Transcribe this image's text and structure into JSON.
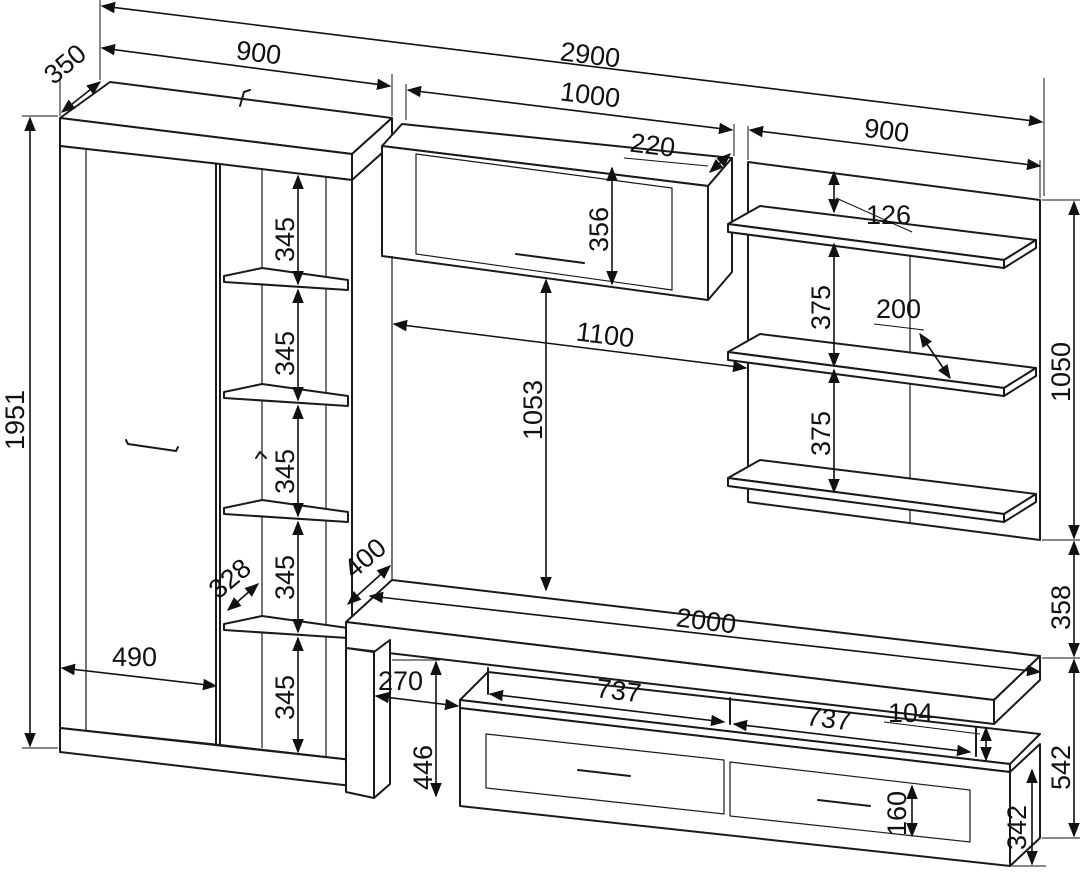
{
  "diagram": {
    "dimensions": {
      "cabinet_depth": "350",
      "cabinet_width": "900",
      "total_width": "2900",
      "wall_unit_width": "1000",
      "wall_unit_depth": "220",
      "wall_unit_height": "356",
      "shelf_unit_width": "900",
      "shelf_gap_top": "126",
      "shelf_depth": "200",
      "shelf_spacing_1": "375",
      "shelf_spacing_2": "375",
      "panel_height": "1050",
      "total_height": "1951",
      "open_gap_width": "1100",
      "wall_unit_clearance": "1053",
      "cabinet_shelf_1": "345",
      "cabinet_shelf_2": "345",
      "cabinet_shelf_3": "345",
      "cabinet_shelf_4": "345",
      "cabinet_shelf_5": "345",
      "cabinet_inner_depth": "328",
      "door_width": "490",
      "tv_stand_depth": "400",
      "tv_stand_width": "2000",
      "floor_to_top": "358",
      "stand_side_depth": "270",
      "stand_side_height": "446",
      "compartment_width_1": "737",
      "compartment_width_2": "737",
      "compartment_height": "104",
      "stand_height": "542",
      "drawer_height": "160",
      "stand_base_height": "342"
    }
  }
}
